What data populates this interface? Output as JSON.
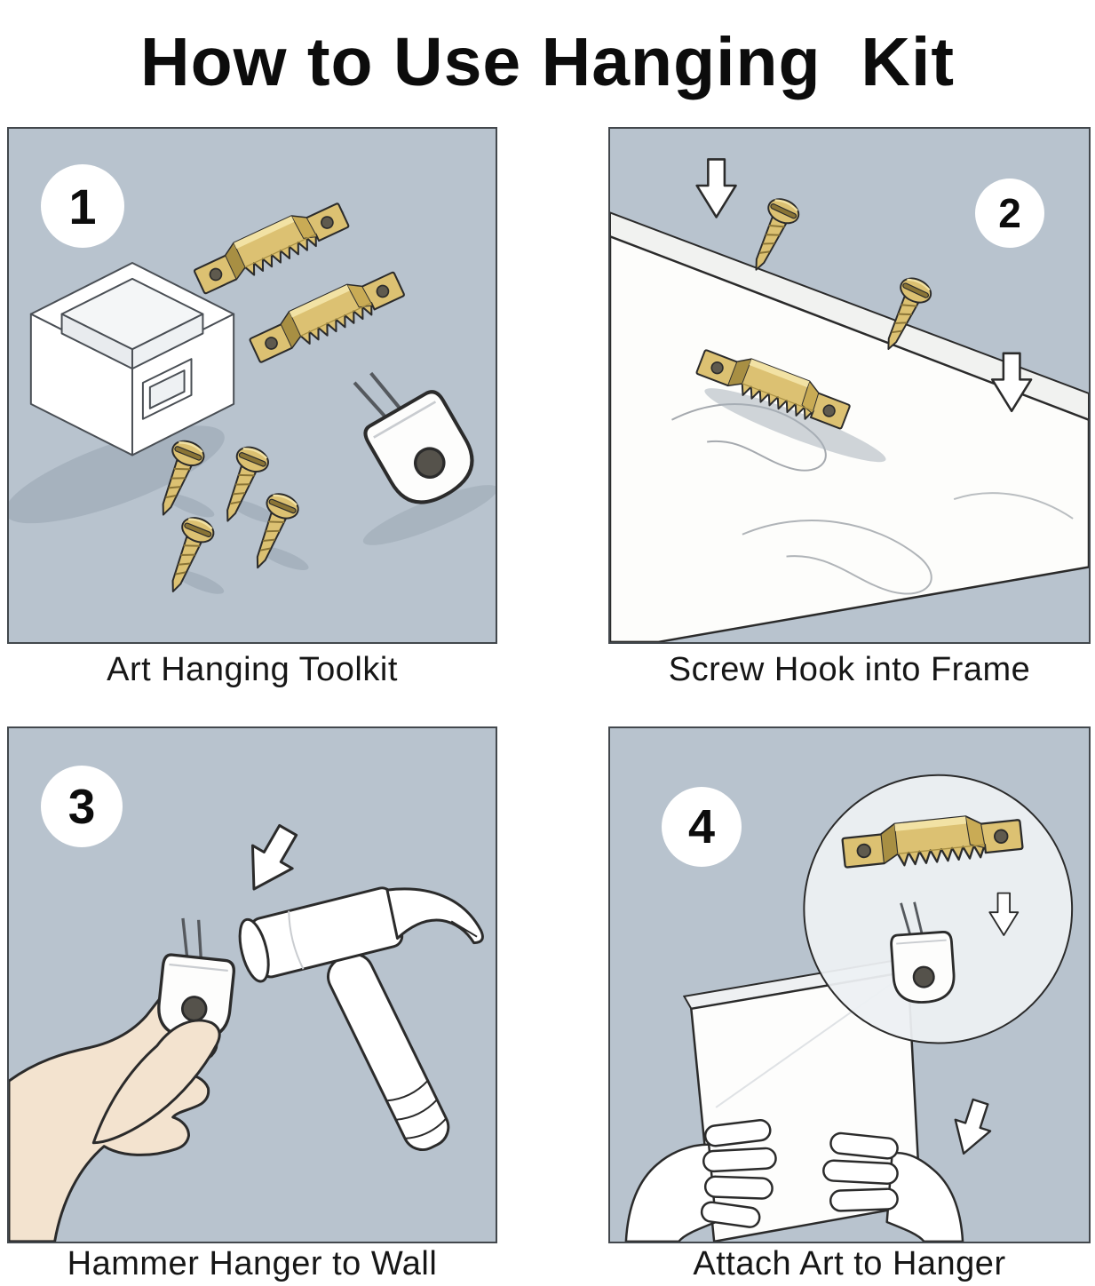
{
  "title": "How to Use Hanging  Kit",
  "colors": {
    "panel_background": "#b8c3ce",
    "brass": "#dcc172",
    "brass_dark": "#a88f43",
    "outline": "#2b2b2b",
    "skin": "#f3e3cf",
    "object_white": "#fdfdfc"
  },
  "icons": {
    "down_arrow": "white outlined block arrow pointing down"
  },
  "steps": [
    {
      "number": "1",
      "caption": "Art Hanging Toolkit"
    },
    {
      "number": "2",
      "caption": "Screw Hook into Frame"
    },
    {
      "number": "3",
      "caption": "Hammer Hanger to Wall"
    },
    {
      "number": "4",
      "caption": "Attach Art to Hanger"
    }
  ]
}
